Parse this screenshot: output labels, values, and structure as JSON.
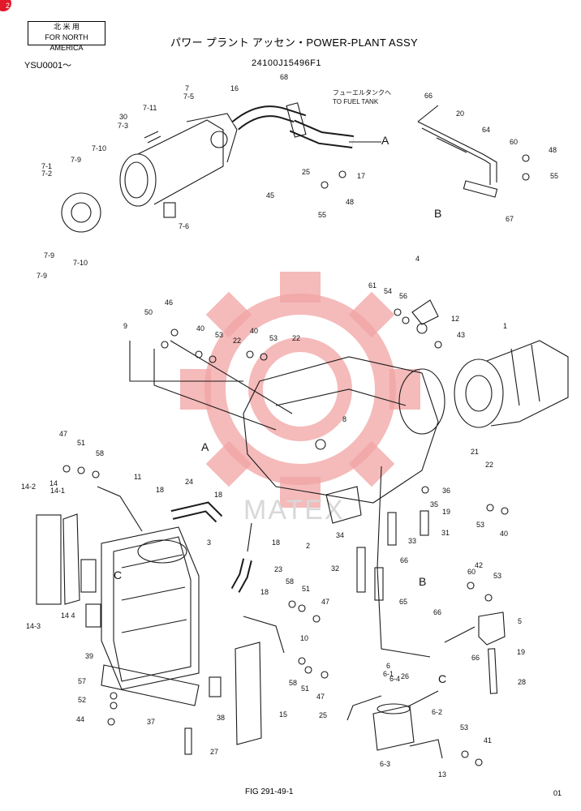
{
  "header": {
    "region_label_jp": "北 米 用",
    "region_label_en": "FOR NORTH AMERICA",
    "title": "パワー プラント アッセン・POWER-PLANT ASSY",
    "serial": "YSU0001～",
    "part_number": "24100J15496F1"
  },
  "footer": {
    "figure": "FIG 291-49-1",
    "page": "01"
  },
  "corner_badge": "2",
  "annotations": {
    "fuel_tank_jp": "フューエルタンクヘ",
    "fuel_tank_en": "TO FUEL TANK"
  },
  "watermark": "MATEX",
  "colors": {
    "watermark_red": "#f2a4a4",
    "line": "#1a1a1a",
    "badge": "#e0192b"
  },
  "callouts": [
    "7",
    "7-5",
    "7-11",
    "30",
    "7-3",
    "7-10",
    "7-9",
    "7-1",
    "7-2",
    "7-6",
    "7-9",
    "7-10",
    "7-9",
    "16",
    "68",
    "25",
    "17",
    "45",
    "55",
    "48",
    "66",
    "20",
    "64",
    "60",
    "48",
    "55",
    "67",
    "4",
    "61",
    "54",
    "56",
    "12",
    "43",
    "1",
    "9",
    "50",
    "46",
    "40",
    "53",
    "22",
    "40",
    "53",
    "22",
    "8",
    "21",
    "22",
    "36",
    "35",
    "19",
    "33",
    "31",
    "53",
    "40",
    "47",
    "51",
    "58",
    "11",
    "18",
    "24",
    "18",
    "3",
    "2",
    "34",
    "32",
    "66",
    "65",
    "14-2",
    "14",
    "14-1",
    "14-3",
    "14 4",
    "39",
    "18",
    "23",
    "18",
    "58",
    "51",
    "47",
    "10",
    "57",
    "52",
    "44",
    "37",
    "27",
    "38",
    "15",
    "58",
    "51",
    "47",
    "60",
    "42",
    "53",
    "66",
    "5",
    "19",
    "28",
    "66",
    "6",
    "6-1",
    "6-4",
    "26",
    "6-2",
    "25",
    "6-3",
    "53",
    "41",
    "13"
  ],
  "letters": [
    "A",
    "A",
    "B",
    "B",
    "C",
    "C"
  ]
}
